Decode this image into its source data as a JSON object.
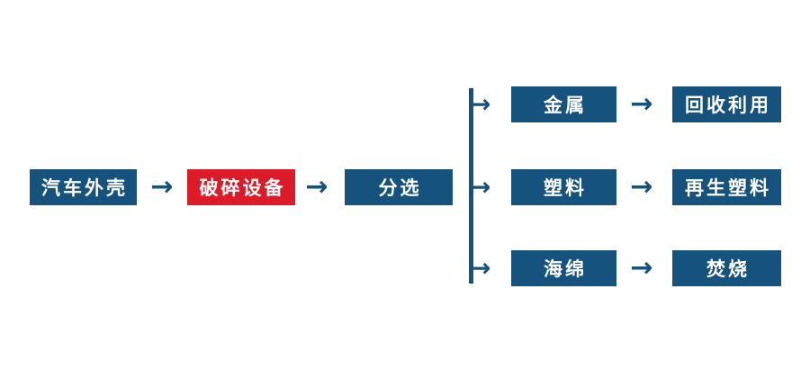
{
  "diagram": {
    "arrow_glyph": "→",
    "colors": {
      "node_blue": "#15527e",
      "node_red": "#dc1b29",
      "text": "#ffffff",
      "background": "#ffffff"
    },
    "main_flow": [
      {
        "label": "汽车外壳"
      },
      {
        "label": "破碎设备"
      },
      {
        "label": "分选"
      }
    ],
    "branches": [
      {
        "material": "金属",
        "result": "回收利用"
      },
      {
        "material": "塑料",
        "result": "再生塑料"
      },
      {
        "material": "海绵",
        "result": "焚烧"
      }
    ]
  }
}
